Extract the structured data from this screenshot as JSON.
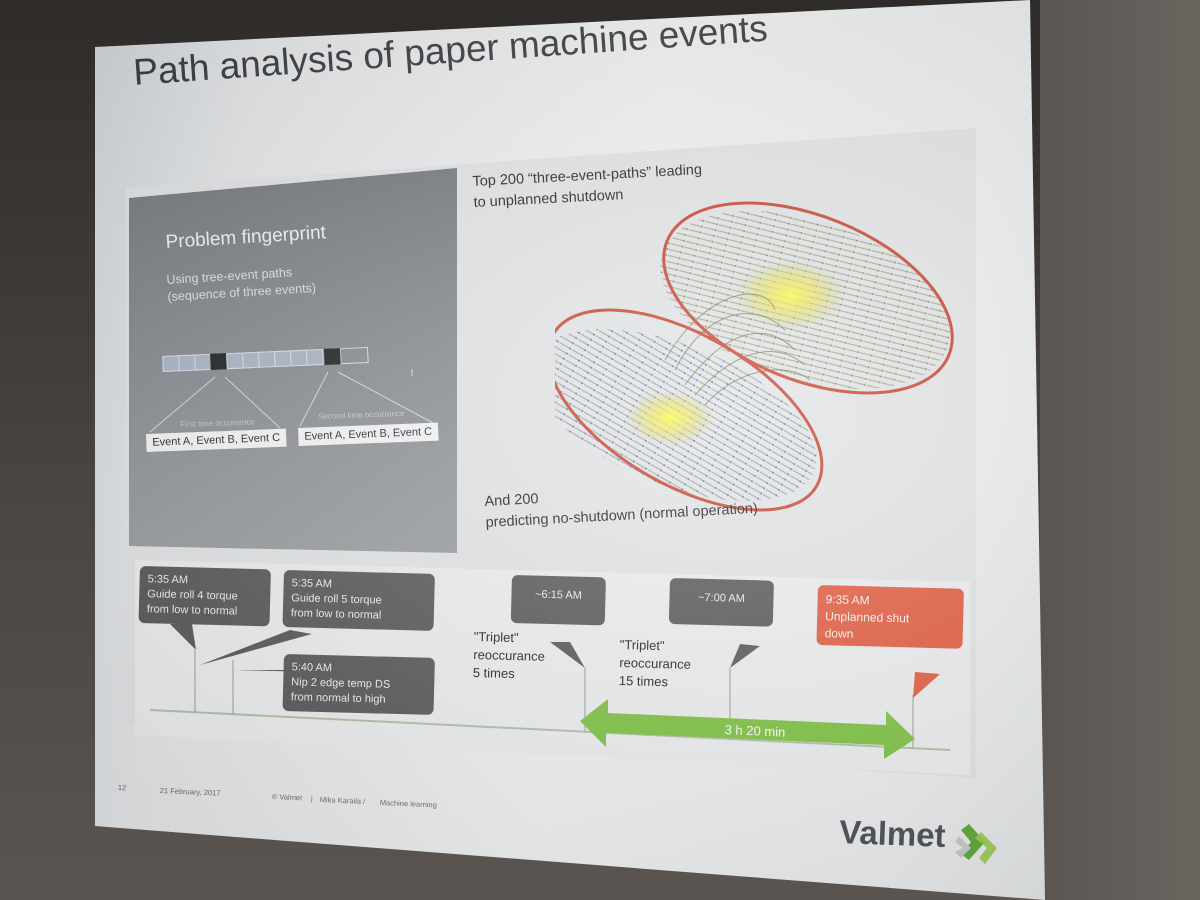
{
  "slide": {
    "title": "Path analysis of paper machine events",
    "fingerprint": {
      "heading": "Problem fingerprint",
      "sub_line1": "Using tree-event paths",
      "sub_line2": "(sequence of three events)",
      "first_occurrence": "First time occurrence",
      "second_occurrence": "Second time occurrence",
      "box1": "Event A, Event B, Event C",
      "box2": "Event A, Event B, Event C"
    },
    "network": {
      "top_line1": "Top 200 “three-event-paths” leading",
      "top_line2": "to unplanned shutdown",
      "bottom_line1": "And 200",
      "bottom_line2": "predicting no-shutdown (normal operation)"
    },
    "timeline": {
      "e1_time": "5:35 AM",
      "e1_l1": "Guide roll 4 torque",
      "e1_l2": "from low to normal",
      "e2_time": "5:35 AM",
      "e2_l1": "Guide roll 5 torque",
      "e2_l2": "from low to normal",
      "e3_time": "5:40 AM",
      "e3_l1": "Nip 2 edge temp DS",
      "e3_l2": "from normal to high",
      "e4_time": "~6:15 AM",
      "e5_time": "~7:00 AM",
      "e6_time": "9:35 AM",
      "e6_l1": "Unplanned shut",
      "e6_l2": "down",
      "t1_l1": "\"Triplet\"",
      "t1_l2": "reoccurance",
      "t1_l3": "5 times",
      "t2_l1": "\"Triplet\"",
      "t2_l2": "reoccurance",
      "t2_l3": "15 times",
      "duration": "3 h 20 min"
    },
    "footer": {
      "page": "12",
      "date": "21 February, 2017",
      "copyright": "© Valmet",
      "sep": "|",
      "author": "Mika Karaila /",
      "topic": "Machine learning"
    },
    "logo": "Valmet"
  },
  "colors": {
    "accent_red": "#e35b3f",
    "accent_green": "#7dc242",
    "callout_gray": "#58585a",
    "ellipse_red": "#c9432e"
  }
}
